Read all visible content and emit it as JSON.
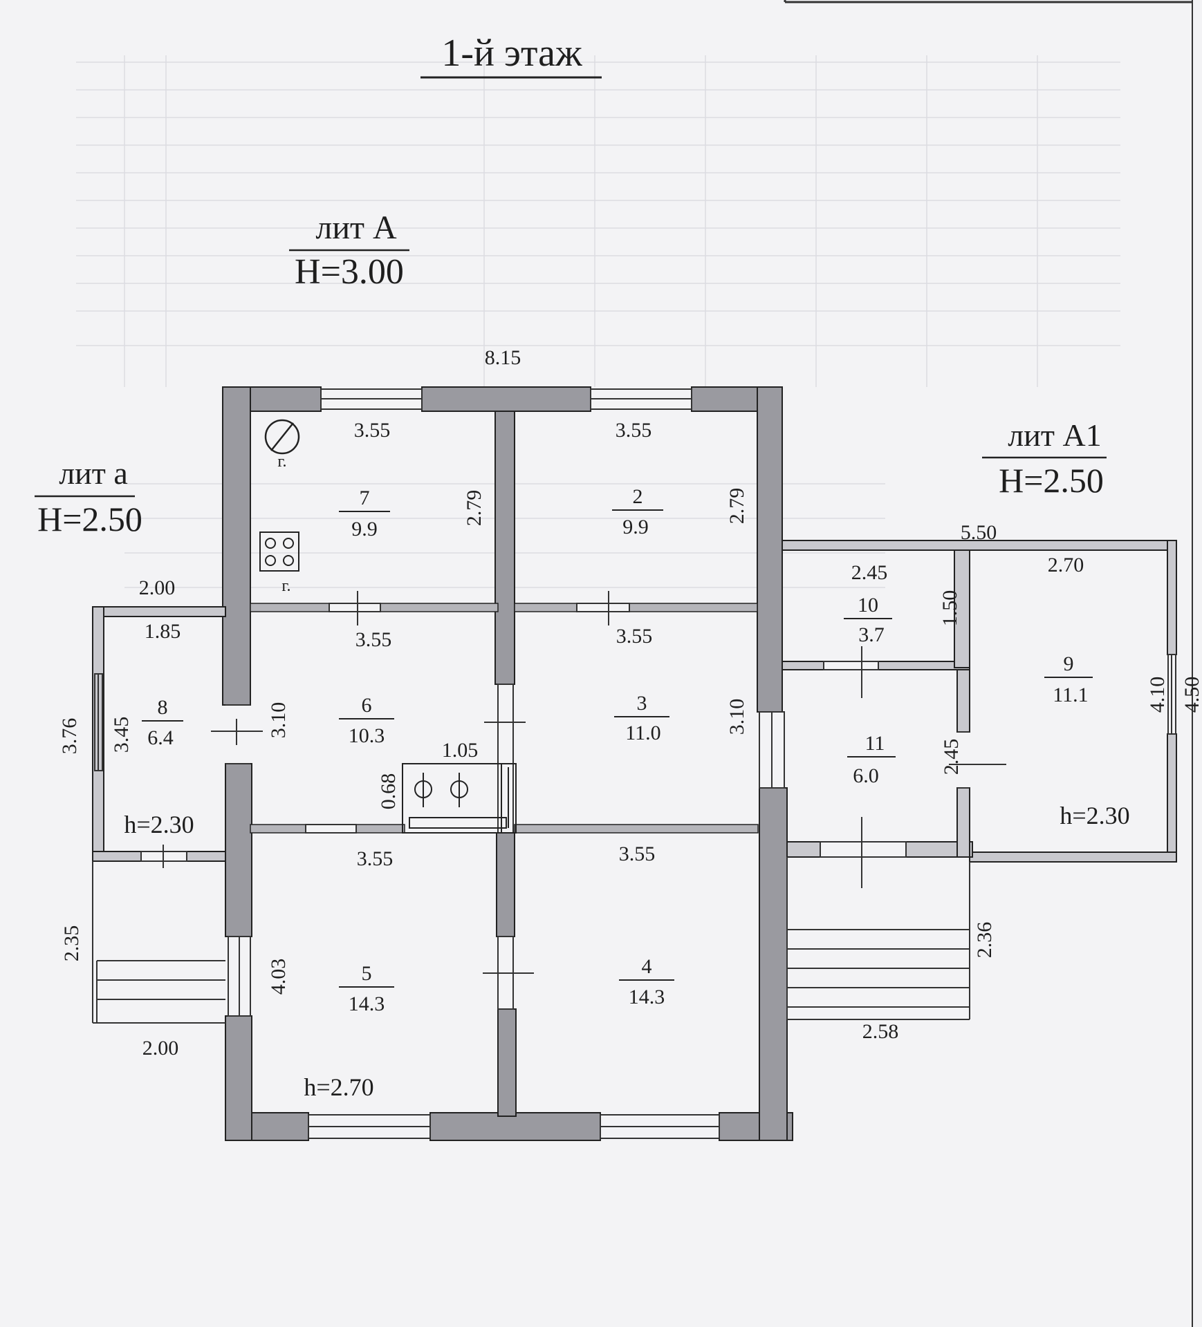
{
  "title": "1-й этаж",
  "sections": {
    "A": {
      "name": "лит А",
      "height": "H=3.00"
    },
    "a": {
      "name": "лит а",
      "height": "H=2.50"
    },
    "A1": {
      "name": "лит А1",
      "height": "H=2.50"
    }
  },
  "rooms": {
    "r7": {
      "num": "7",
      "area": "9.9"
    },
    "r2": {
      "num": "2",
      "area": "9.9"
    },
    "r6": {
      "num": "6",
      "area": "10.3"
    },
    "r3": {
      "num": "3",
      "area": "11.0"
    },
    "r5": {
      "num": "5",
      "area": "14.3"
    },
    "r4": {
      "num": "4",
      "area": "14.3"
    },
    "r8": {
      "num": "8",
      "area": "6.4"
    },
    "r10": {
      "num": "10",
      "area": "3.7"
    },
    "r11": {
      "num": "11",
      "area": "6.0"
    },
    "r9": {
      "num": "9",
      "area": "11.1"
    }
  },
  "dims": {
    "overall_width": "8.15",
    "r7_w": "3.55",
    "r2_w": "3.55",
    "r7_h": "2.79",
    "r2_h": "2.79",
    "r6_w": "3.55",
    "r3_w": "3.55",
    "r6_h": "3.10",
    "r3_h": "3.10",
    "r5_w": "3.55",
    "r4_w": "3.55",
    "r5_h": "4.03",
    "stove_w": "1.05",
    "stove_h": "0.68",
    "a_outer_w": "2.00",
    "a_inner_w": "1.85",
    "a_outer_h": "3.76",
    "a_inner_h": "3.45",
    "porch_left_h": "2.35",
    "porch_left_w": "2.00",
    "a1_width": "5.50",
    "r10_w": "2.45",
    "r10_h": "1.50",
    "r9_w": "2.70",
    "r9_inner_h": "4.10",
    "r9_outer_h": "4.50",
    "r11_h": "2.45",
    "porch_right_h": "2.36",
    "porch_right_w": "2.58"
  },
  "heights": {
    "a": "h=2.30",
    "A": "h=2.70",
    "A1": "h=2.30"
  },
  "markers": {
    "gas1": "г.",
    "gas2": "г."
  }
}
